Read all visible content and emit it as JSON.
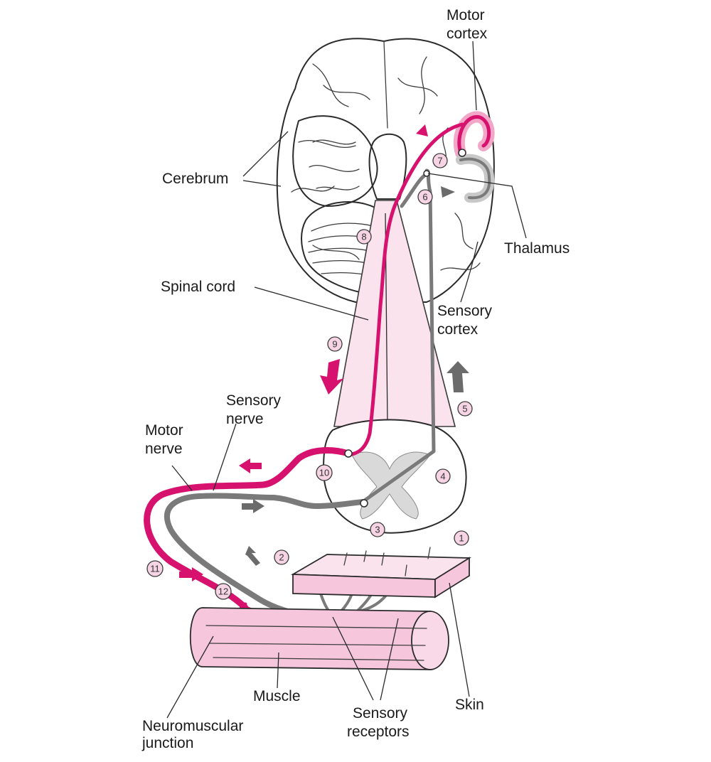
{
  "labels": {
    "motor_cortex_1": "Motor",
    "motor_cortex_2": "cortex",
    "cerebrum": "Cerebrum",
    "thalamus": "Thalamus",
    "spinal_cord": "Spinal cord",
    "sensory_cortex_1": "Sensory",
    "sensory_cortex_2": "cortex",
    "sensory_nerve_1": "Sensory",
    "sensory_nerve_2": "nerve",
    "motor_nerve_1": "Motor",
    "motor_nerve_2": "nerve",
    "muscle": "Muscle",
    "sensory_receptors_1": "Sensory",
    "sensory_receptors_2": "receptors",
    "skin": "Skin",
    "neuromuscular_1": "Neuromuscular",
    "neuromuscular_2": "junction"
  },
  "steps": [
    "1",
    "2",
    "3",
    "4",
    "5",
    "6",
    "7",
    "8",
    "9",
    "10",
    "11",
    "12"
  ],
  "colors": {
    "motor": "#d6126e",
    "sensory": "#7a7a7a",
    "tissue": "#f6c6dc",
    "cord": "#fbe3ee",
    "arrow_sensory": "#6b6b6b"
  }
}
